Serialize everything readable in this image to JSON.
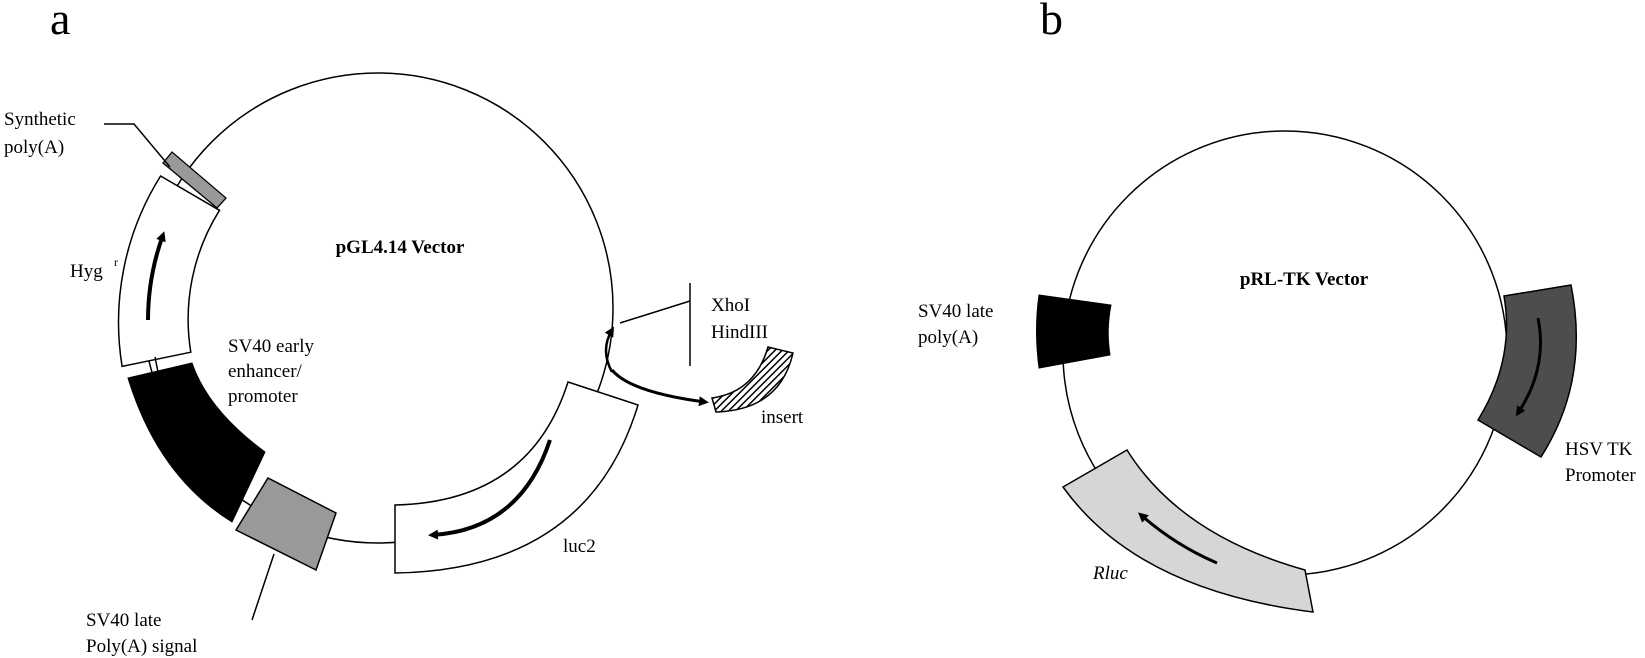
{
  "panels": {
    "a": {
      "letter": "a",
      "title": "pGL4.14 Vector",
      "labels": {
        "synthetic_polya_1": "Synthetic",
        "synthetic_polya_2": "poly(A)",
        "hyg": "Hyg",
        "hyg_sup": "r",
        "sv40_early_1": "SV40 early",
        "sv40_early_2": "enhancer/",
        "sv40_early_3": "promoter",
        "sv40_late_1": "SV40 late",
        "sv40_late_2": "Poly(A) signal",
        "luc2": "luc2",
        "xhoi": "XhoI",
        "hindiii": "HindIII",
        "insert": "insert"
      }
    },
    "b": {
      "letter": "b",
      "title": "pRL-TK Vector",
      "labels": {
        "sv40_late_1": "SV40 late",
        "sv40_late_2": "poly(A)",
        "hsv_1": "HSV TK",
        "hsv_2": "Promoter",
        "rluc": "Rluc"
      }
    }
  },
  "colors": {
    "black": "#000000",
    "mid_gray": "#999999",
    "dark_gray": "#4d4d4d",
    "light_gray": "#d6d6d6",
    "white": "#ffffff"
  }
}
